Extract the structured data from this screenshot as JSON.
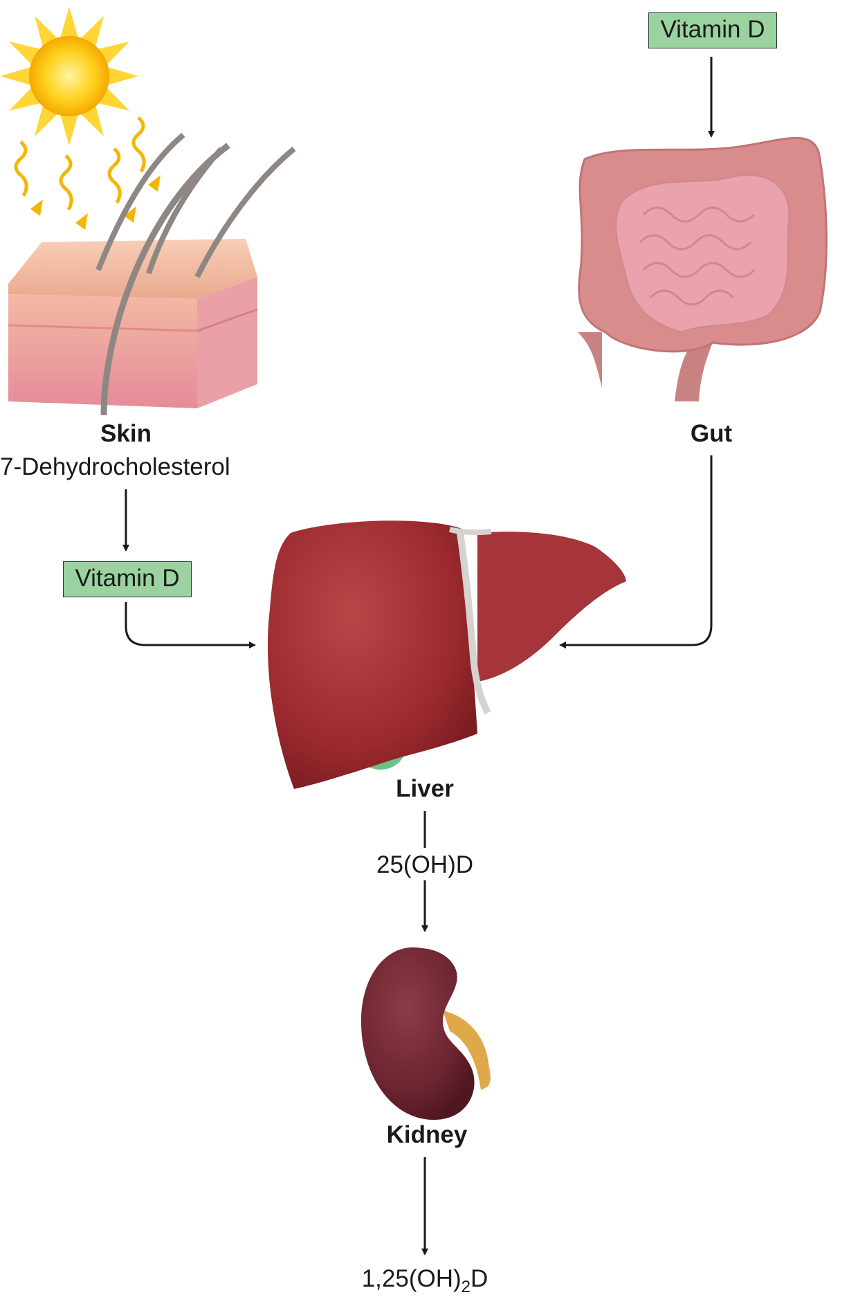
{
  "labels": {
    "skin": "Skin",
    "skin_precursor": "7-Dehydrocholesterol",
    "vitamin_d_skin": "Vitamin D",
    "vitamin_d_diet": "Vitamin D",
    "gut": "Gut",
    "liver": "Liver",
    "liver_product": "25(OH)D",
    "kidney": "Kidney",
    "kidney_product_prefix": "1,25(OH)",
    "kidney_product_subscript": "2",
    "kidney_product_suffix": "D"
  },
  "colors": {
    "vitamin_box": "#9bd3a0",
    "arrow": "#1a1a1a",
    "liver": "#9b2a2f",
    "kidney": "#6b2430",
    "sun": "#ffd21f",
    "gut": "#d98c8c"
  }
}
